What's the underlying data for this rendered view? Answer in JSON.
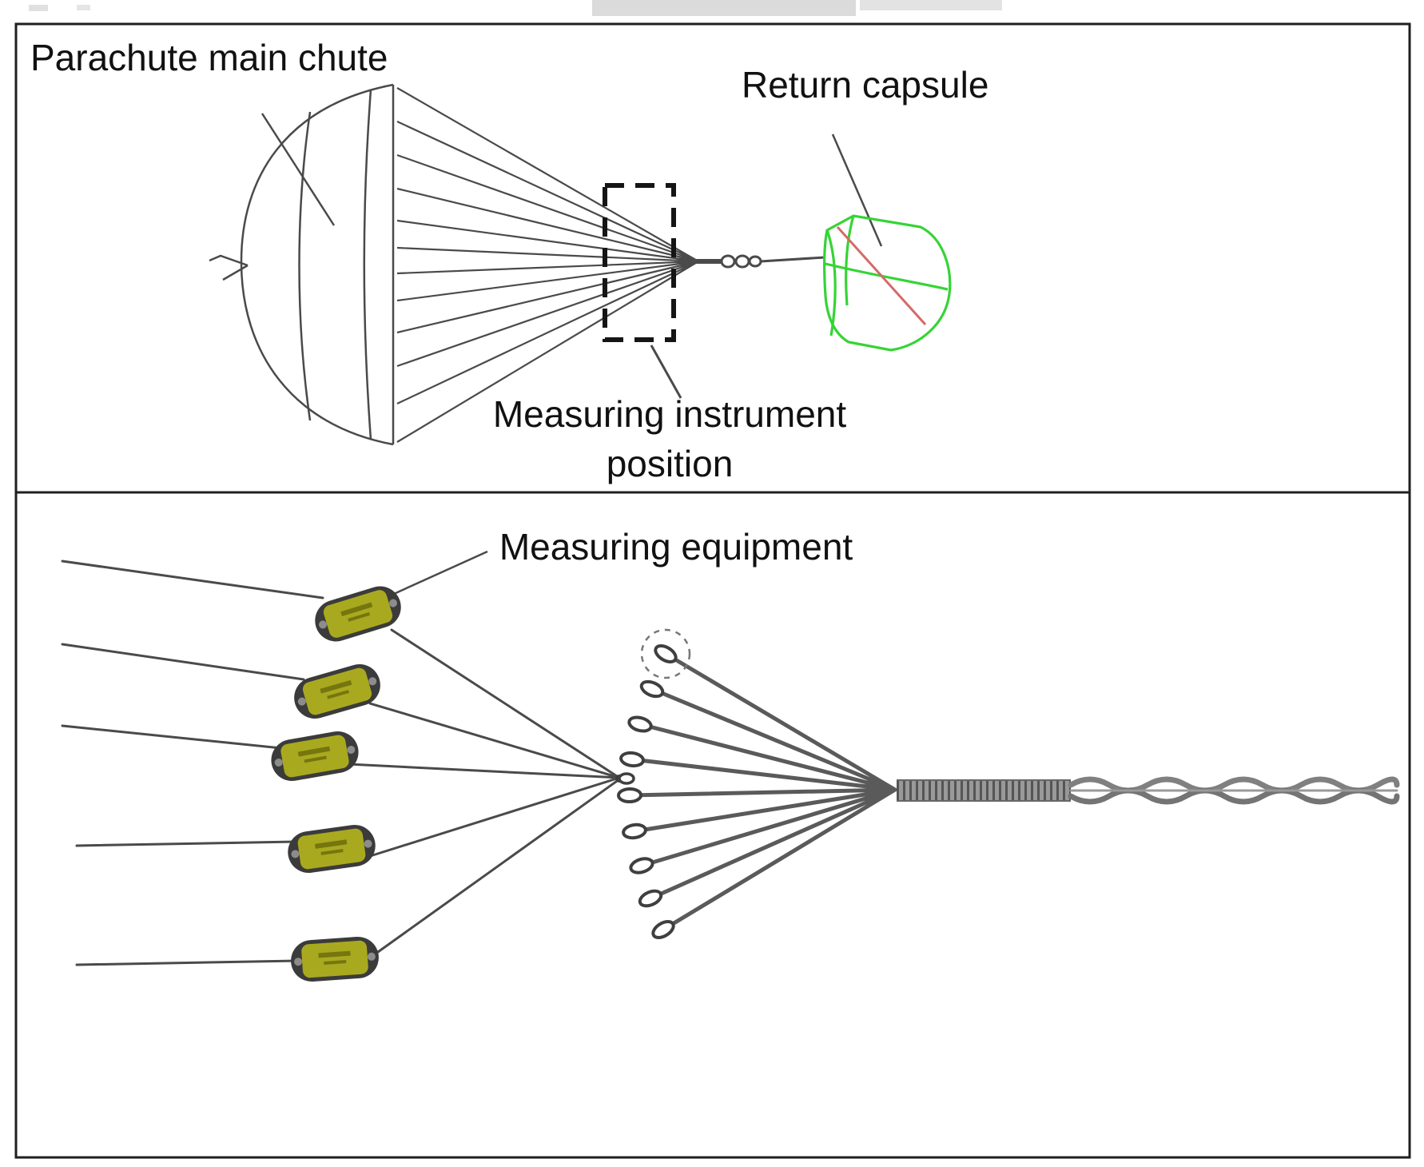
{
  "figure": {
    "top_panel": {
      "labels": {
        "parachute_main_chute": "Parachute main chute",
        "return_capsule": "Return capsule",
        "measuring_instrument_position_line1": "Measuring instrument",
        "measuring_instrument_position_line2": "position"
      }
    },
    "bottom_panel": {
      "labels": {
        "measuring_equipment": "Measuring equipment"
      }
    },
    "colors": {
      "frame_border": "#1f1f1f",
      "line": "#4a4a4a",
      "capsule_wireframe_green": "#35d435",
      "capsule_red_line": "#d46a6a",
      "sensor_body_olive": "#a9a91f",
      "sensor_cap_dark": "#3b3b3b"
    }
  }
}
